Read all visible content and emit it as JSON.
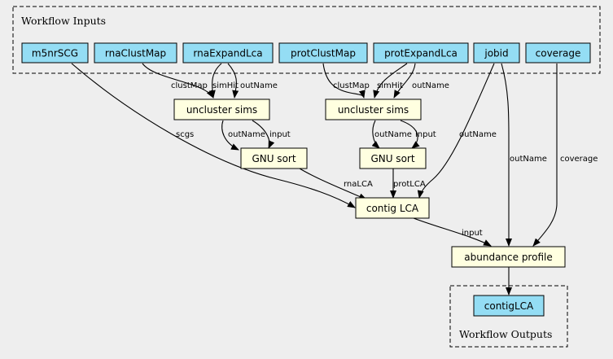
{
  "clusters": {
    "inputs_label": "Workflow Inputs",
    "outputs_label": "Workflow Outputs"
  },
  "colors": {
    "background": "#eeeeee",
    "input_node": "#94ddf4",
    "step_node": "#ffffe0"
  },
  "inputs": {
    "m5nrSCG": "m5nrSCG",
    "rnaClustMap": "rnaClustMap",
    "rnaExpandLca": "rnaExpandLca",
    "protClustMap": "protClustMap",
    "protExpandLca": "protExpandLca",
    "jobid": "jobid",
    "coverage": "coverage"
  },
  "steps": {
    "uncluster_rna": "uncluster sims",
    "uncluster_prot": "uncluster sims",
    "sort_rna": "GNU sort",
    "sort_prot": "GNU sort",
    "contig_lca": "contig LCA",
    "abundance": "abundance profile"
  },
  "outputs": {
    "contigLCA": "contigLCA"
  },
  "edges": {
    "rna_clustmap": "clustMap",
    "rna_simhit": "simHit",
    "rna_outname": "outName",
    "prot_clustmap": "clustMap",
    "prot_simhit": "simHit",
    "prot_outname": "outName",
    "rna_sort_outname": "outName",
    "rna_sort_input": "input",
    "prot_sort_outname": "outName",
    "prot_sort_input": "input",
    "scgs": "scgs",
    "rnaLCA": "rnaLCA",
    "protLCA": "protLCA",
    "lca_outname": "outName",
    "abund_outname": "outName",
    "abund_coverage": "coverage",
    "abund_input": "input"
  }
}
